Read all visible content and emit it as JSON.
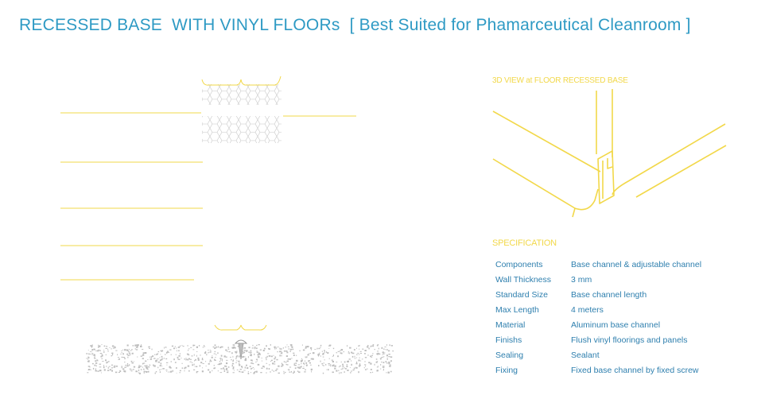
{
  "title": "RECESSED BASE  WITH VINYL FLOORs  [ Best Suited for Phamarceutical Cleanroom ]",
  "view_label": "3D VIEW at FLOOR RECESSED BASE",
  "spec": {
    "heading": "SPECIFICATION",
    "rows": [
      {
        "key": "Components",
        "value": "Base channel & adjustable channel"
      },
      {
        "key": "Wall Thickness",
        "value": "3 mm"
      },
      {
        "key": "Standard Size",
        "value": "Base channel length"
      },
      {
        "key": "Max Length",
        "value": "4 meters"
      },
      {
        "key": "Material",
        "value": "Aluminum base channel"
      },
      {
        "key": "Finishs",
        "value": "Flush vinyl floorings and panels"
      },
      {
        "key": "Sealing",
        "value": "Sealant"
      },
      {
        "key": "Fixing",
        "value": "Fixed base channel by fixed screw"
      }
    ]
  },
  "colors": {
    "title": "#2e9ac4",
    "line_yellow": "#f2d84a",
    "spec_text": "#2e7fae",
    "honeycomb": "#c8c8c8",
    "speckle": "#bdbdbd"
  }
}
